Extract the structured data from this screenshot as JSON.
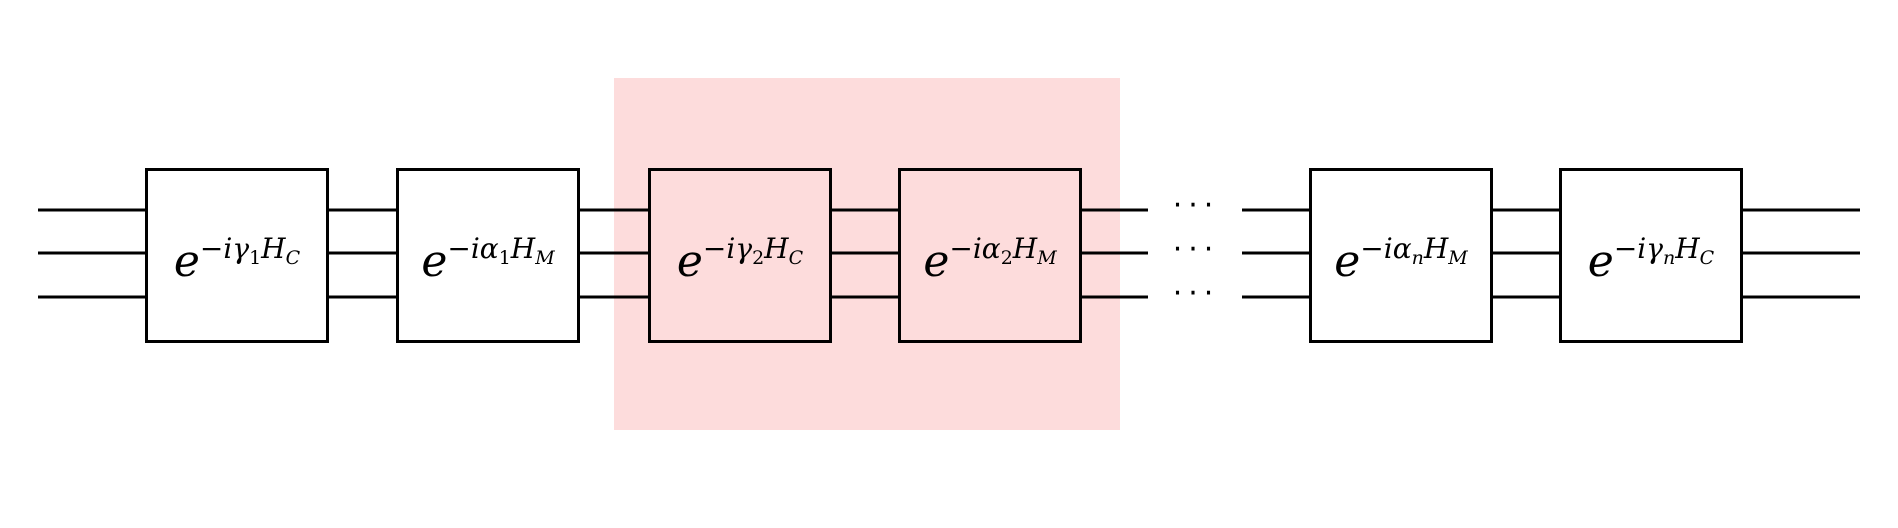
{
  "diagram": {
    "highlight_color": "#fddcdc",
    "gates": [
      {
        "base": "e",
        "exp_prefix": "−iγ",
        "exp_sub": "1",
        "op": "H",
        "op_sub": "C",
        "highlighted": false
      },
      {
        "base": "e",
        "exp_prefix": "−iα",
        "exp_sub": "1",
        "op": "H",
        "op_sub": "M",
        "highlighted": false
      },
      {
        "base": "e",
        "exp_prefix": "−iγ",
        "exp_sub": "2",
        "op": "H",
        "op_sub": "C",
        "highlighted": true
      },
      {
        "base": "e",
        "exp_prefix": "−iα",
        "exp_sub": "2",
        "op": "H",
        "op_sub": "M",
        "highlighted": true
      },
      {
        "base": "e",
        "exp_prefix": "−iα",
        "exp_sub": "n",
        "op": "H",
        "op_sub": "M",
        "highlighted": false
      },
      {
        "base": "e",
        "exp_prefix": "−iγ",
        "exp_sub": "n",
        "op": "H",
        "op_sub": "C",
        "highlighted": false
      }
    ],
    "ellipsis": "···"
  }
}
